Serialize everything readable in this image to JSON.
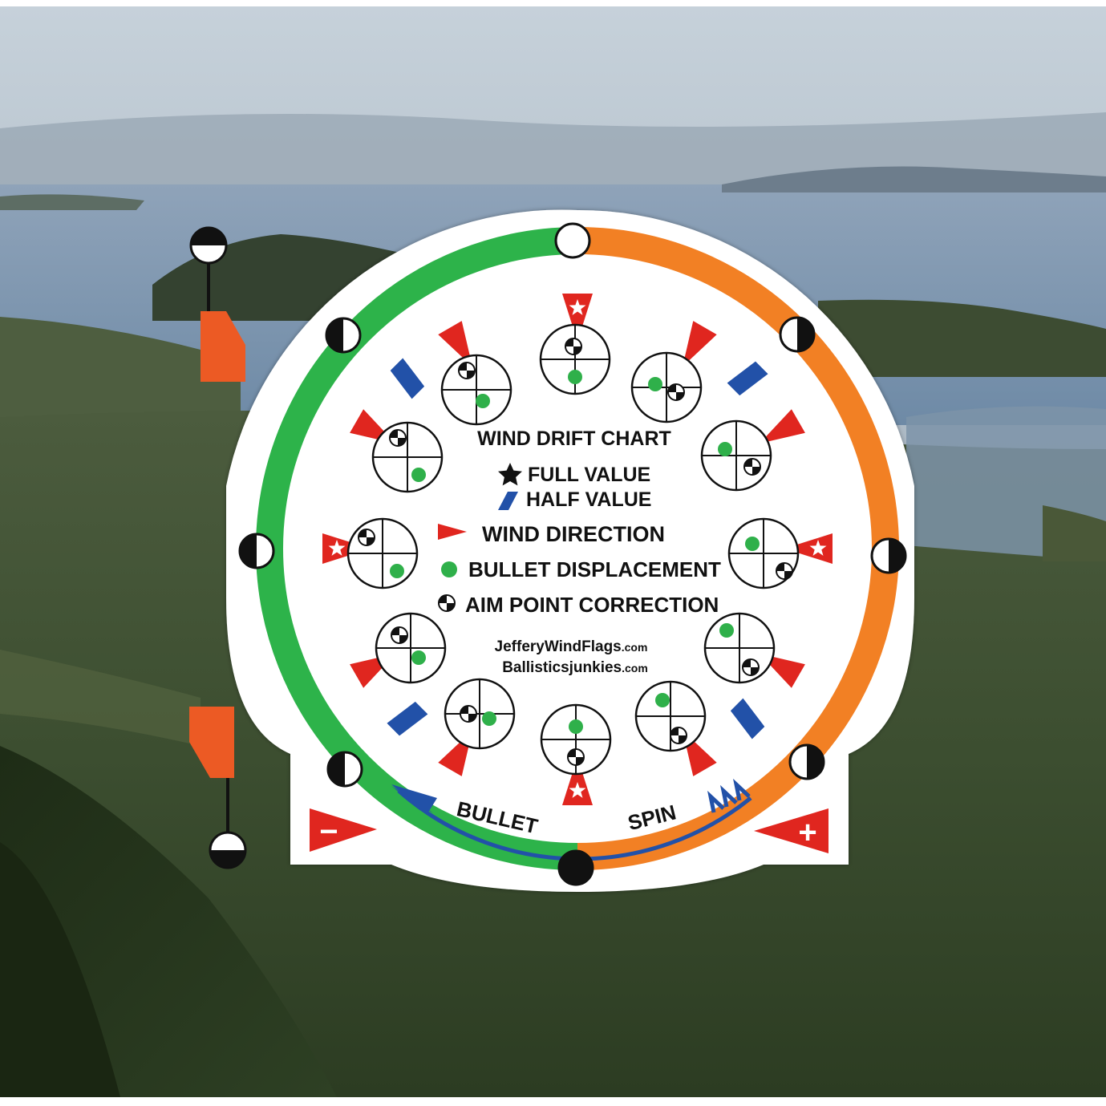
{
  "chart": {
    "title": "WIND DRIFT CHART",
    "legend": [
      {
        "symbol": "star",
        "label": "FULL VALUE"
      },
      {
        "symbol": "half-flag",
        "label": "HALF VALUE"
      },
      {
        "symbol": "pennant",
        "label": "WIND DIRECTION"
      },
      {
        "symbol": "green-dot",
        "label": "BULLET DISPLACEMENT"
      },
      {
        "symbol": "aim-point",
        "label": "AIM POINT CORRECTION"
      }
    ],
    "websites": {
      "site1_name": "JefferyWindFlags",
      "site1_tld": ".com",
      "site2_name": "Ballisticsjunkies",
      "site2_tld": ".com"
    },
    "spin_labels": {
      "left": "BULLET",
      "right": "SPIN"
    },
    "sign_labels": {
      "minus": "−",
      "plus": "+"
    }
  },
  "colors": {
    "green_ring": "#2db34a",
    "orange_ring": "#f28024",
    "pennant_red": "#e0261f",
    "half_flag_blue": "#2251a8",
    "dot_green": "#2fb04a",
    "flag_orange": "#ec5a24",
    "card_white": "#ffffff"
  },
  "icons": {
    "full_value": "star-icon",
    "half_value": "half-flag-icon",
    "wind_direction": "pennant-icon",
    "bullet_displacement": "green-dot-icon",
    "aim_point": "aim-point-icon"
  }
}
